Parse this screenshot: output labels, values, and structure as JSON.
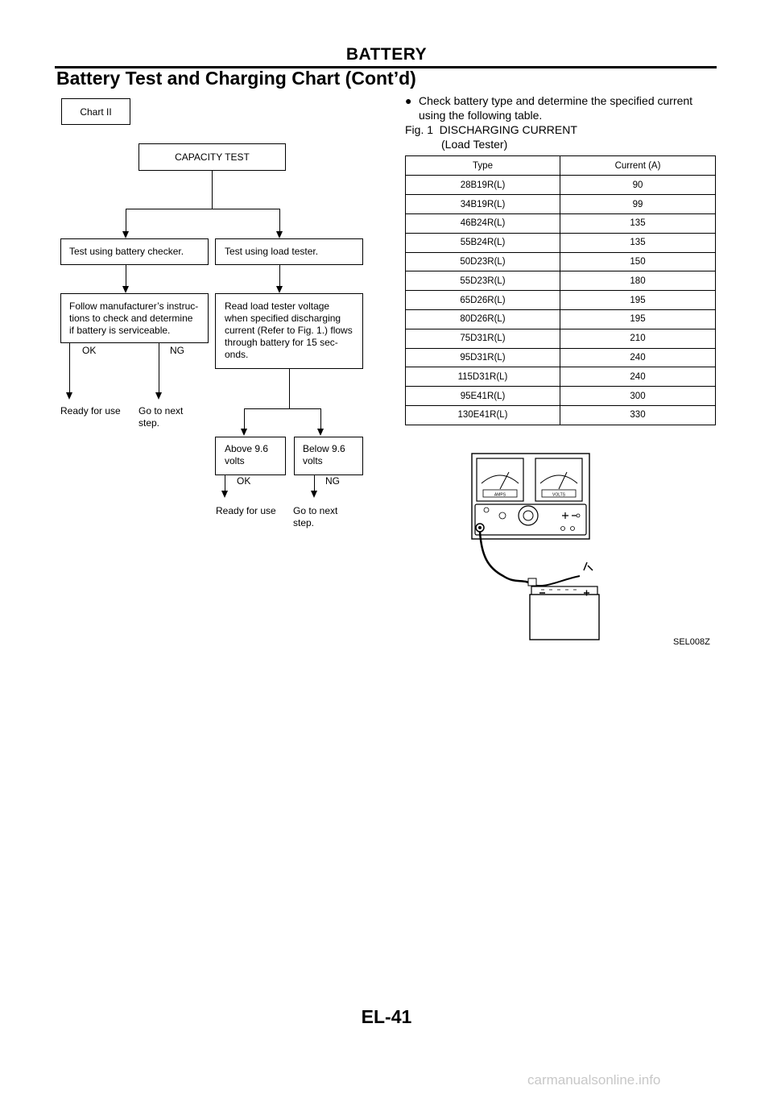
{
  "header": {
    "section": "BATTERY",
    "title": "Battery Test and Charging Chart (Cont’d)"
  },
  "flowchart": {
    "chart_label": "Chart II",
    "capacity_test": "CAPACITY TEST",
    "battery_checker": "Test using battery checker.",
    "load_tester": "Test using load tester.",
    "manufacturer_instructions": "Follow manufacturer’s instruc-\ntions to check and determine\nif battery is serviceable.",
    "read_load_voltage": "Read load tester voltage\nwhen specified discharging\ncurrent (Refer to Fig. 1.) flows\nthrough battery for 15 sec-\nonds.",
    "above_voltage": "Above 9.6\nvolts",
    "below_voltage": "Below 9.6\nvolts",
    "ok": "OK",
    "ng": "NG",
    "ready_for_use": "Ready for use",
    "go_to_next_step": "Go to next\nstep."
  },
  "note": {
    "bullet": "●",
    "text": "Check battery type and determine the specified current using the following table."
  },
  "figure": {
    "title": "Fig. 1  DISCHARGING CURRENT",
    "subtitle": "(Load Tester)"
  },
  "table": {
    "headers": [
      "Type",
      "Current (A)"
    ],
    "rows": [
      [
        "28B19R(L)",
        "90"
      ],
      [
        "34B19R(L)",
        "99"
      ],
      [
        "46B24R(L)",
        "135"
      ],
      [
        "55B24R(L)",
        "135"
      ],
      [
        "50D23R(L)",
        "150"
      ],
      [
        "55D23R(L)",
        "180"
      ],
      [
        "65D26R(L)",
        "195"
      ],
      [
        "80D26R(L)",
        "195"
      ],
      [
        "75D31R(L)",
        "210"
      ],
      [
        "95D31R(L)",
        "240"
      ],
      [
        "115D31R(L)",
        "240"
      ],
      [
        "95E41R(L)",
        "300"
      ],
      [
        "130E41R(L)",
        "330"
      ]
    ]
  },
  "illustration": {
    "caption": "SEL008Z",
    "amps_label": "AMPS",
    "volts_label": "VOLTS"
  },
  "footer": {
    "page_number": "EL-41",
    "watermark": "carmanualsonline.info"
  }
}
